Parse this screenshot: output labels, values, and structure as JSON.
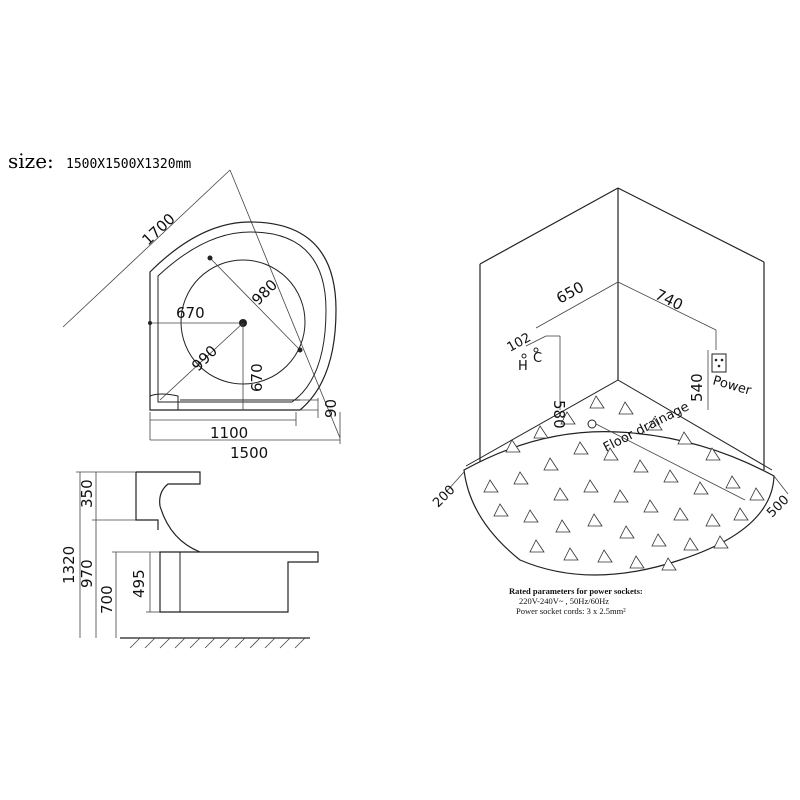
{
  "title": {
    "label": "size:",
    "value": "1500X1500X1320mm"
  },
  "plan_view": {
    "diagonal": "1700",
    "bowl_diameter": "980",
    "inner_width": "670",
    "inner_depth": "670",
    "diagonal_radius": "990",
    "step_depth": "90",
    "seat_width": "1100",
    "overall_width": "1500"
  },
  "side_view": {
    "total_height": "1320",
    "backrest_height": "350",
    "rim_height": "970",
    "tub_height": "700",
    "water_depth": "495"
  },
  "room_view": {
    "left_offset": "650",
    "right_offset": "740",
    "pipe_spacing": "102",
    "hot_label": "H",
    "cold_label": "C",
    "pipe_height": "580",
    "socket_height": "540",
    "power_label": "Power",
    "drain_label": "Floor drainage",
    "left_edge": "200",
    "right_edge": "500"
  },
  "notes": {
    "heading": "Rated parameters for power sockets:",
    "voltage": "220V-240V~ ,  50Hz/60Hz",
    "cords": "Power socket cords: 3 x 2.5mm²"
  }
}
